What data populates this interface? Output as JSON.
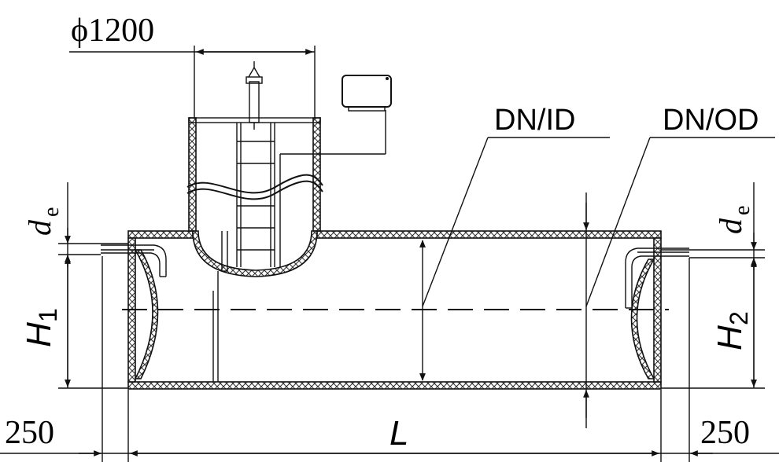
{
  "labels": {
    "shaft_diameter": "ϕ1200",
    "dn_id": "DN/ID",
    "dn_od": "DN/OD",
    "de_left_main": "d",
    "de_left_sub": "e",
    "de_right_main": "d",
    "de_right_sub": "e",
    "h1_main": "H",
    "h1_sub": "1",
    "h2_main": "H",
    "h2_sub": "2",
    "left_offset": "250",
    "length": "L",
    "right_offset": "250"
  }
}
